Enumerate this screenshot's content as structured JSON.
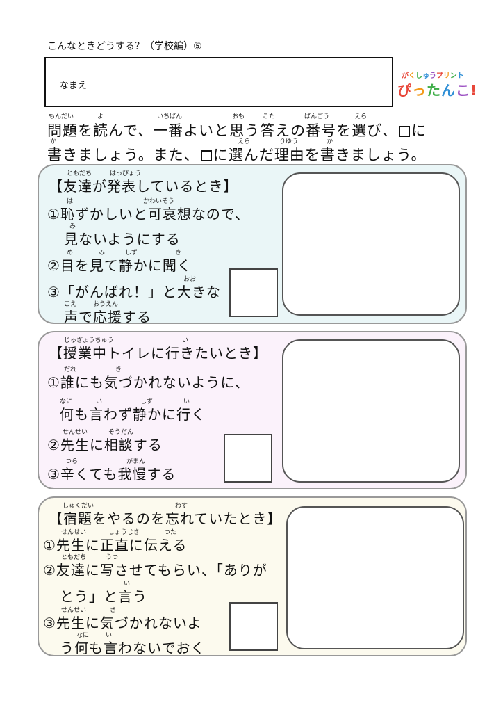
{
  "header": {
    "title": "こんなときどうする？（学校編）⑤",
    "name_label": "なまえ"
  },
  "logo": {
    "top_text": "がくしゅうプリント",
    "main_text": "ぴったんこ!",
    "colors": [
      "#e8473a",
      "#f39a1b",
      "#3fae49",
      "#2f8fd6",
      "#9b4fc2"
    ]
  },
  "instructions": {
    "line1": "問題を読んで、一番よいと思う答えの番号を選び、",
    "line1_end": "に",
    "line2_start": "書きましょう。また、",
    "line2_end": "に選んだ理由を書きましょう。",
    "ruby": [
      "もんだい",
      "よ",
      "いちばん",
      "おも",
      "こた",
      "ばんごう",
      "えら",
      "か",
      "えら",
      "りゆう",
      "か"
    ]
  },
  "sections": [
    {
      "heading": "【友達が発表しているとき】",
      "heading_ruby": [
        "ともだち",
        "はっぴょう"
      ],
      "lines": [
        "①恥ずかしいと可哀想なので、",
        "見ないようにする",
        "②目を見て静かに聞く",
        "③「がんばれ！」と大きな",
        "声で応援する"
      ],
      "ruby": [
        "は",
        "かわいそう",
        "み",
        "め",
        "み",
        "しず",
        "き",
        "おお",
        "こえ",
        "おうえん"
      ]
    },
    {
      "heading": "【授業中トイレに行きたいとき】",
      "heading_ruby": [
        "じゅぎょうちゅう",
        "い"
      ],
      "lines": [
        "①誰にも気づかれないように、",
        "何も言わず静かに行く",
        "②先生に相談する",
        "③辛くても我慢する"
      ],
      "ruby": [
        "だれ",
        "き",
        "なに",
        "い",
        "しず",
        "い",
        "せんせい",
        "そうだん",
        "つら",
        "がまん"
      ]
    },
    {
      "heading": "【宿題をやるのを忘れていたとき】",
      "heading_ruby": [
        "しゅくだい",
        "わす"
      ],
      "lines": [
        "①先生に正直に伝える",
        "②友達に写させてもらい、「ありが",
        "とう」と言う",
        "③先生に気づかれないよ",
        "う何も言わないでおく"
      ],
      "ruby": [
        "せんせい",
        "しょうじき",
        "つた",
        "ともだち",
        "うつ",
        "い",
        "せんせい",
        "き",
        "なに",
        "い"
      ]
    }
  ],
  "section_colors": [
    "#eaf6f7",
    "#fbf2fb",
    "#fcfaee"
  ]
}
